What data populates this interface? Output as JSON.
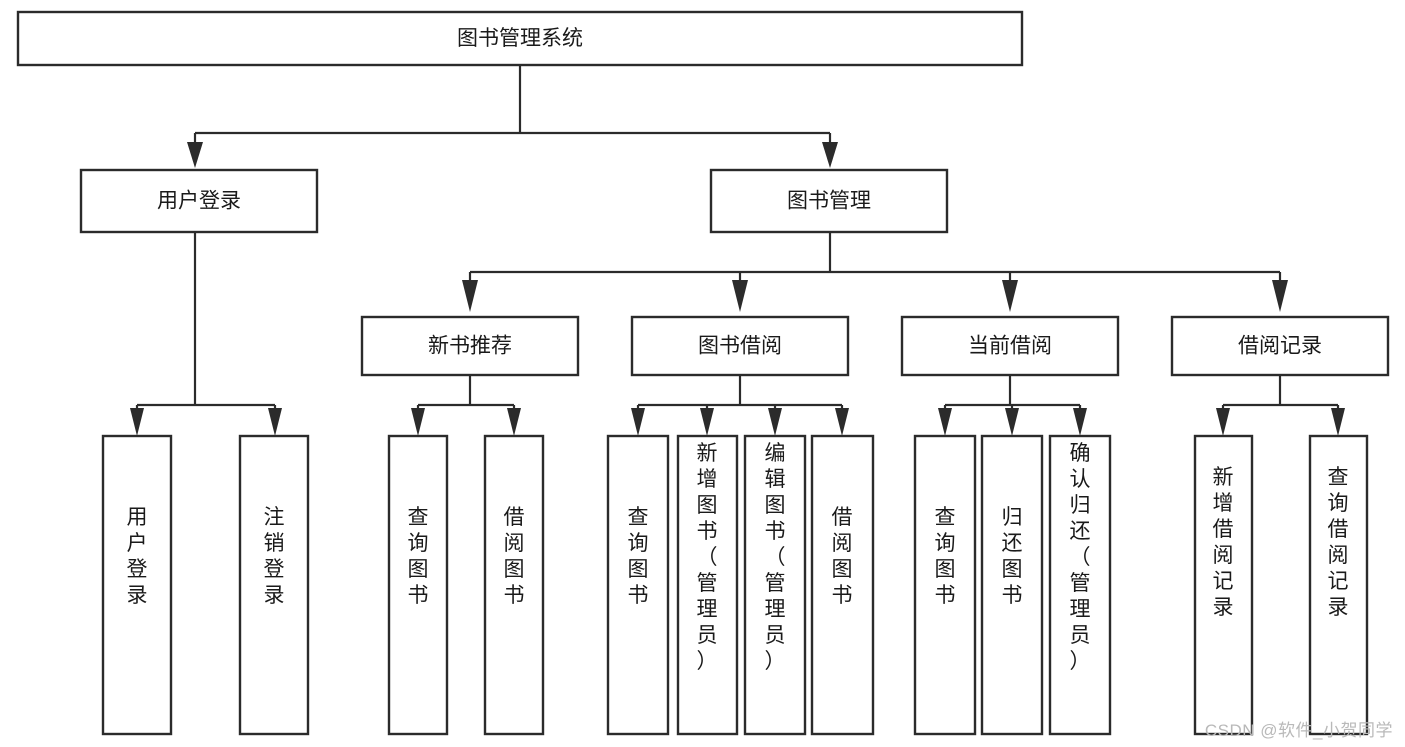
{
  "diagram": {
    "title": "图书管理系统",
    "type": "hierarchy-tree",
    "orientation": "top-down",
    "colors": {
      "background": "#ffffff",
      "box_fill": "#ffffff",
      "box_stroke": "#2b2b2b",
      "connector": "#2b2b2b",
      "text": "#1a1a1a",
      "watermark": "#b9b9b9"
    },
    "nodes": {
      "root": {
        "label": "图书管理系统",
        "level": 1,
        "orientation": "horizontal"
      },
      "l2": [
        {
          "id": "user-login",
          "label": "用户登录",
          "level": 2,
          "orientation": "horizontal"
        },
        {
          "id": "book-manage",
          "label": "图书管理",
          "level": 2,
          "orientation": "horizontal"
        }
      ],
      "l3": [
        {
          "id": "new-book-recommend",
          "label": "新书推荐",
          "level": 3,
          "orientation": "horizontal"
        },
        {
          "id": "book-borrow",
          "label": "图书借阅",
          "level": 3,
          "orientation": "horizontal"
        },
        {
          "id": "current-borrow",
          "label": "当前借阅",
          "level": 3,
          "orientation": "horizontal"
        },
        {
          "id": "borrow-record",
          "label": "借阅记录",
          "level": 3,
          "orientation": "horizontal"
        }
      ],
      "leaves": [
        {
          "id": "leaf-user-login",
          "label": "用户登录",
          "parent": "user-login",
          "orientation": "vertical"
        },
        {
          "id": "leaf-logout-login",
          "label": "注销登录",
          "parent": "user-login",
          "orientation": "vertical"
        },
        {
          "id": "leaf-query-book-1",
          "label": "查询图书",
          "parent": "new-book-recommend",
          "orientation": "vertical"
        },
        {
          "id": "leaf-borrow-book-1",
          "label": "借阅图书",
          "parent": "new-book-recommend",
          "orientation": "vertical"
        },
        {
          "id": "leaf-query-book-2",
          "label": "查询图书",
          "parent": "book-borrow",
          "orientation": "vertical"
        },
        {
          "id": "leaf-add-book",
          "label": "新增图书（管理员）",
          "parent": "book-borrow",
          "orientation": "vertical"
        },
        {
          "id": "leaf-edit-book",
          "label": "编辑图书（管理员）",
          "parent": "book-borrow",
          "orientation": "vertical"
        },
        {
          "id": "leaf-borrow-book-2",
          "label": "借阅图书",
          "parent": "book-borrow",
          "orientation": "vertical"
        },
        {
          "id": "leaf-query-book-3",
          "label": "查询图书",
          "parent": "current-borrow",
          "orientation": "vertical"
        },
        {
          "id": "leaf-return-book",
          "label": "归还图书",
          "parent": "current-borrow",
          "orientation": "vertical"
        },
        {
          "id": "leaf-confirm-return",
          "label": "确认归还（管理员）",
          "parent": "current-borrow",
          "orientation": "vertical"
        },
        {
          "id": "leaf-add-record",
          "label": "新增借阅记录",
          "parent": "borrow-record",
          "orientation": "vertical"
        },
        {
          "id": "leaf-query-record",
          "label": "查询借阅记录",
          "parent": "borrow-record",
          "orientation": "vertical"
        }
      ]
    },
    "watermark": "CSDN @软件_小贺同学"
  }
}
